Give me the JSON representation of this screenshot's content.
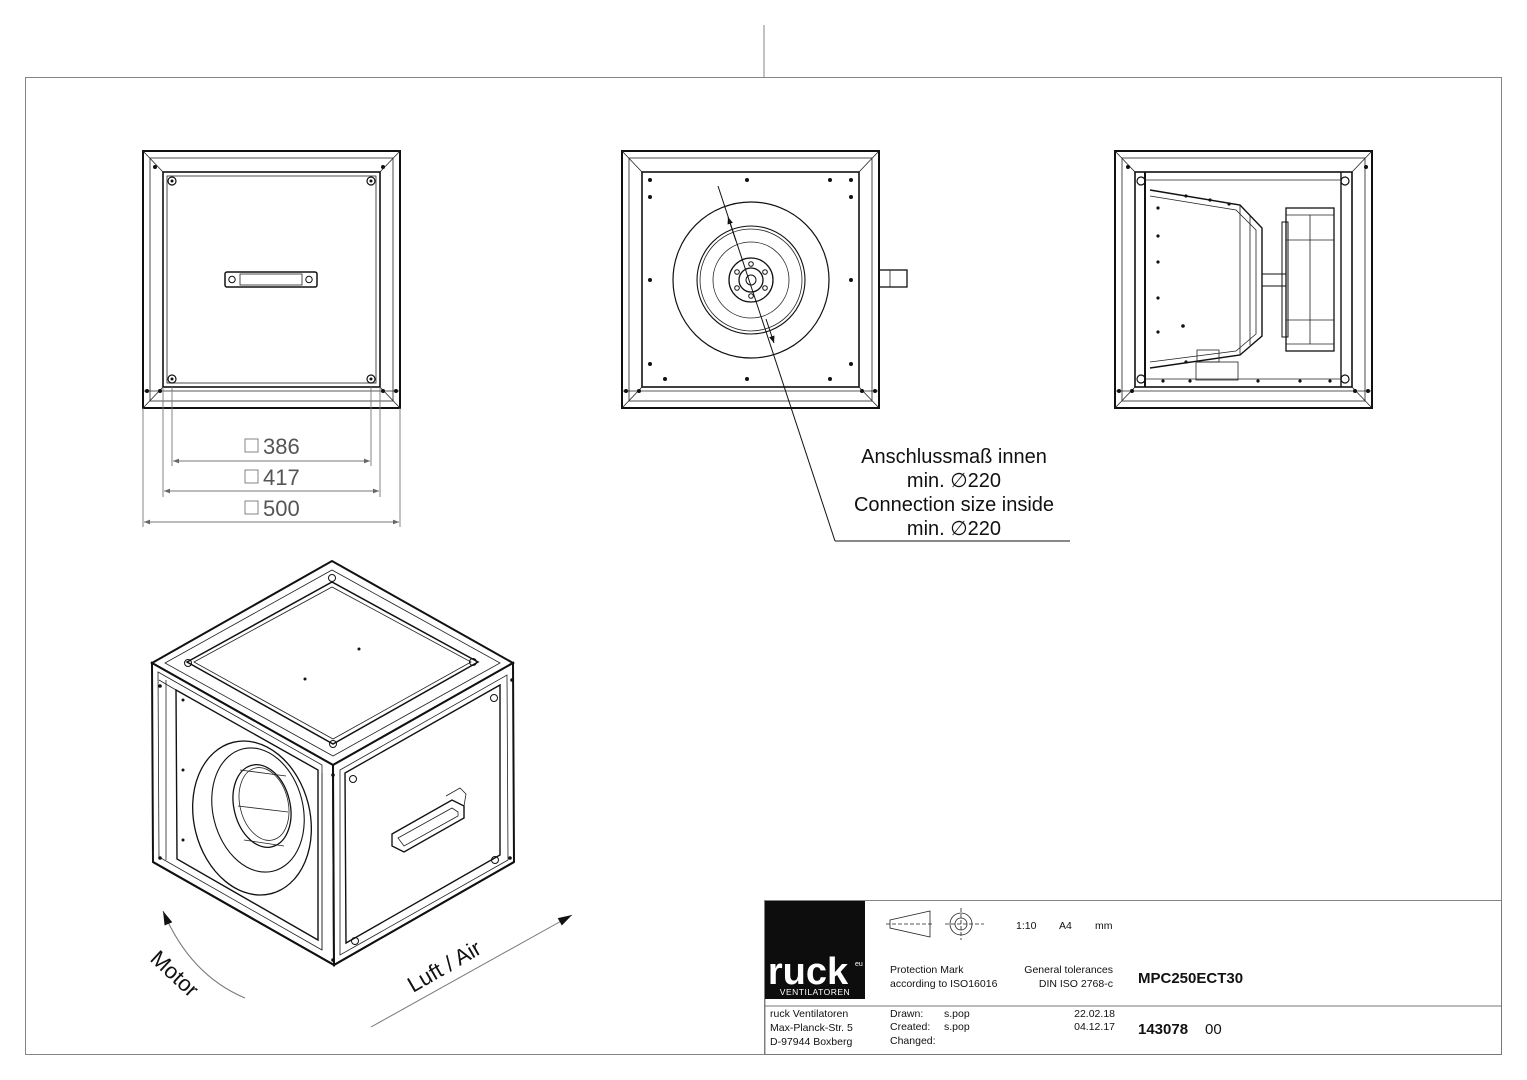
{
  "dimensions": {
    "inner": "386",
    "middle": "417",
    "outer": "500"
  },
  "connection_note": {
    "line1": "Anschlussmaß innen",
    "line2": "min. ∅220",
    "line3": "Connection size inside",
    "line4": "min. ∅220"
  },
  "labels": {
    "motor": "Motor",
    "airflow": "Luft / Air"
  },
  "title_block": {
    "logo_text": "ruck",
    "logo_superscript": "eu",
    "logo_sub": "VENTILATOREN",
    "company_name": "ruck Ventilatoren",
    "company_street": "Max-Planck-Str. 5",
    "company_city": "D-97944 Boxberg",
    "scale": "1:10",
    "paper": "A4",
    "unit": "mm",
    "protection_label": "Protection Mark",
    "protection_value": "according to ISO16016",
    "tolerance_label": "General tolerances",
    "tolerance_value": "DIN ISO 2768-c",
    "model": "MPC250ECT30",
    "drawn_label": "Drawn:",
    "drawn_by": "s.pop",
    "drawn_date": "22.02.18",
    "created_label": "Created:",
    "created_by": "s.pop",
    "created_date": "04.12.17",
    "changed_label": "Changed:",
    "drawing_number": "143078",
    "revision": "00"
  }
}
